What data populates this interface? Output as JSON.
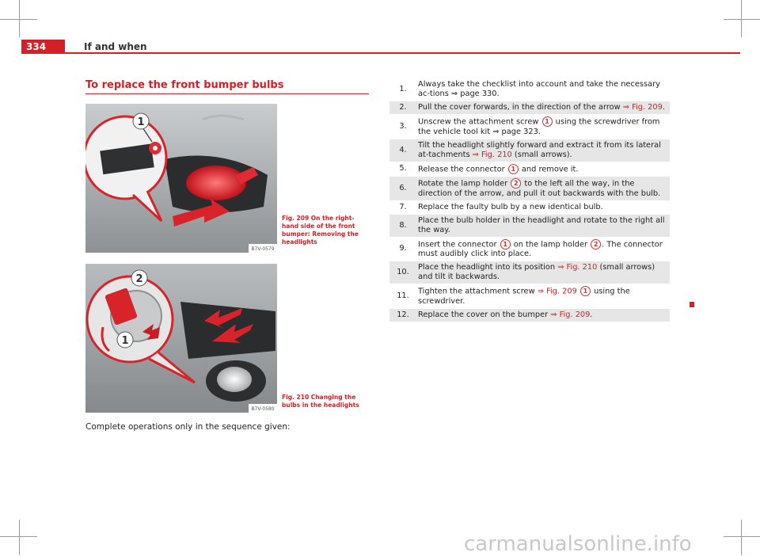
{
  "header": {
    "page_number": "334",
    "chapter": "If and when"
  },
  "section": {
    "title": "To replace the front bumper bulbs",
    "intro": "Complete operations only in the sequence given:"
  },
  "figures": [
    {
      "caption": "Fig. 209   On the right-hand side of the front bumper: Removing the headlights",
      "code": "B7V-0579",
      "marker1": "1"
    },
    {
      "caption": "Fig. 210   Changing the bulbs in the headlights",
      "code": "B7V-0580",
      "marker1": "2",
      "marker2": "1"
    }
  ],
  "steps": [
    {
      "num": "1.",
      "shaded": false,
      "parts": [
        "Always take the checklist into account and take the necessary ac-tions ⇒ page 330."
      ]
    },
    {
      "num": "2.",
      "shaded": true,
      "parts": [
        "Pull the cover forwards, in the direction of the arrow ",
        {
          "ref": "⇒ Fig. 209"
        },
        "."
      ]
    },
    {
      "num": "3.",
      "shaded": false,
      "parts": [
        "Unscrew the attachment screw ",
        {
          "badge": "1"
        },
        " using the screwdriver from the vehicle tool kit ⇒ page 323."
      ]
    },
    {
      "num": "4.",
      "shaded": true,
      "parts": [
        "Tilt the headlight slightly forward and extract it from its lateral at-tachments ",
        {
          "ref": "⇒ Fig. 210"
        },
        " (small arrows)."
      ]
    },
    {
      "num": "5.",
      "shaded": false,
      "parts": [
        "Release the connector ",
        {
          "badge": "1"
        },
        " and remove it."
      ]
    },
    {
      "num": "6.",
      "shaded": true,
      "parts": [
        "Rotate the lamp holder ",
        {
          "badge": "2"
        },
        " to the left all the way, in the direction of the arrow, and pull it out backwards with the bulb."
      ]
    },
    {
      "num": "7.",
      "shaded": false,
      "parts": [
        "Replace the faulty bulb by a new identical bulb."
      ]
    },
    {
      "num": "8.",
      "shaded": true,
      "parts": [
        "Place the bulb holder in the headlight and rotate to the right all the way."
      ]
    },
    {
      "num": "9.",
      "shaded": false,
      "parts": [
        "Insert the connector ",
        {
          "badge": "1"
        },
        " on the lamp holder ",
        {
          "badge": "2"
        },
        ". The connector must audibly click into place."
      ]
    },
    {
      "num": "10.",
      "shaded": true,
      "parts": [
        "Place the headlight into its position ",
        {
          "ref": "⇒ Fig. 210"
        },
        " (small arrows) and tilt it backwards."
      ]
    },
    {
      "num": "11.",
      "shaded": false,
      "parts": [
        "Tighten the attachment screw ",
        {
          "ref": "⇒ Fig. 209"
        },
        " ",
        {
          "badge": "1"
        },
        " using the screwdriver."
      ]
    },
    {
      "num": "12.",
      "shaded": true,
      "parts": [
        "Replace the cover on the bumper ",
        {
          "ref": "⇒ Fig. 209"
        },
        "."
      ]
    }
  ],
  "footer": {
    "watermark": "carmanualsonline.info"
  },
  "colors": {
    "accent": "#d31f26",
    "shade": "#e6e6e6"
  }
}
